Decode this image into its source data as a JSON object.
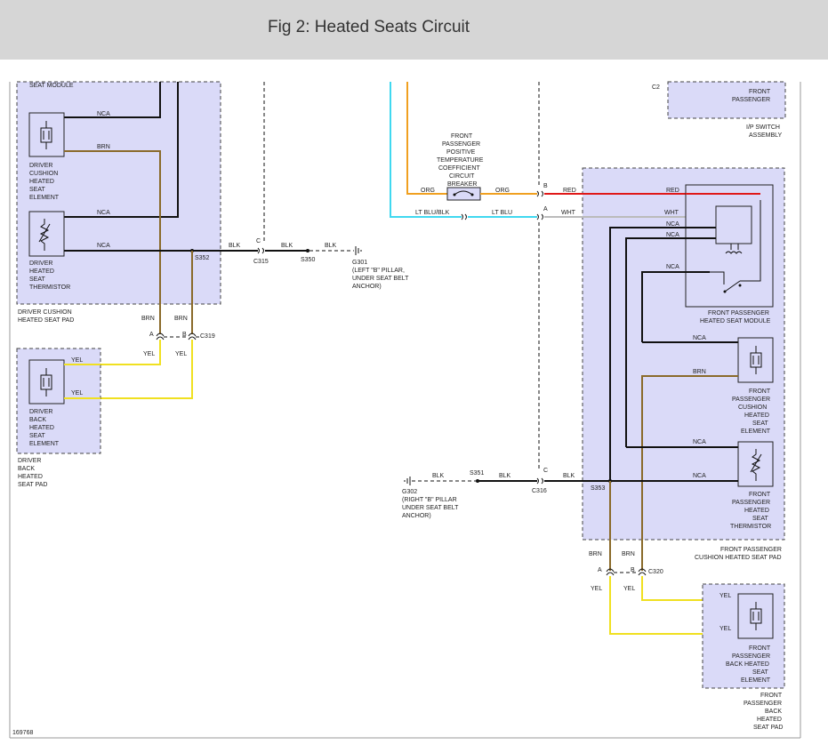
{
  "header": {
    "title": "Fig 2: Heated Seats Circuit"
  },
  "labels": {
    "seat_module": "SEAT MODULE",
    "nca": "NCA",
    "brn": "BRN",
    "driver_cushion_element": [
      "DRIVER",
      "CUSHION",
      "HEATED",
      "SEAT",
      "ELEMENT"
    ],
    "driver_thermistor": [
      "DRIVER",
      "HEATED",
      "SEAT",
      "THERMISTOR"
    ],
    "driver_cushion_pad": [
      "DRIVER CUSHION",
      "HEATED SEAT PAD"
    ],
    "driver_back_element": [
      "DRIVER",
      "BACK",
      "HEATED",
      "SEAT",
      "ELEMENT"
    ],
    "driver_back_pad": [
      "DRIVER",
      "BACK",
      "HEATED",
      "SEAT PAD"
    ],
    "yel": "YEL",
    "blk": "BLK",
    "org": "ORG",
    "red": "RED",
    "wht": "WHT",
    "lt_blu_blk": "LT BLU/BLK",
    "lt_blu": "LT BLU",
    "c": "C",
    "a": "A",
    "b": "B",
    "c2": "C2",
    "s352": "S352",
    "c315": "C315",
    "s350": "S350",
    "g301": [
      "G301",
      "(LEFT \"B\" PILLAR,",
      "UNDER SEAT BELT",
      "ANCHOR)"
    ],
    "c319": "C319",
    "breaker": [
      "FRONT",
      "PASSENGER",
      "POSITIVE",
      "TEMPERATURE",
      "COEFFICIENT",
      "CIRCUIT",
      "BREAKER"
    ],
    "front_passenger": [
      "FRONT",
      "PASSENGER"
    ],
    "ip_switch": [
      "I/P SWITCH",
      "ASSEMBLY"
    ],
    "fp_module": [
      "FRONT PASSENGER",
      "HEATED SEAT MODULE"
    ],
    "fp_cushion_element": [
      "FRONT",
      "PASSENGER",
      "CUSHION",
      "HEATED",
      "SEAT",
      "ELEMENT"
    ],
    "fp_thermistor": [
      "FRONT",
      "PASSENGER",
      "HEATED",
      "SEAT",
      "THERMISTOR"
    ],
    "fp_cushion_pad": [
      "FRONT PASSENGER",
      "CUSHION HEATED SEAT PAD"
    ],
    "g302": [
      "G302",
      "(RIGHT \"B\" PILLAR",
      "UNDER SEAT BELT",
      "ANCHOR)"
    ],
    "s351": "S351",
    "c316": "C316",
    "s353": "S353",
    "c320": "C320",
    "fp_back_element": [
      "FRONT",
      "PASSENGER",
      "BACK HEATED",
      "SEAT",
      "ELEMENT"
    ],
    "fp_back_pad": [
      "FRONT",
      "PASSENGER",
      "BACK",
      "HEATED",
      "SEAT PAD"
    ],
    "figure_number": "169768"
  }
}
